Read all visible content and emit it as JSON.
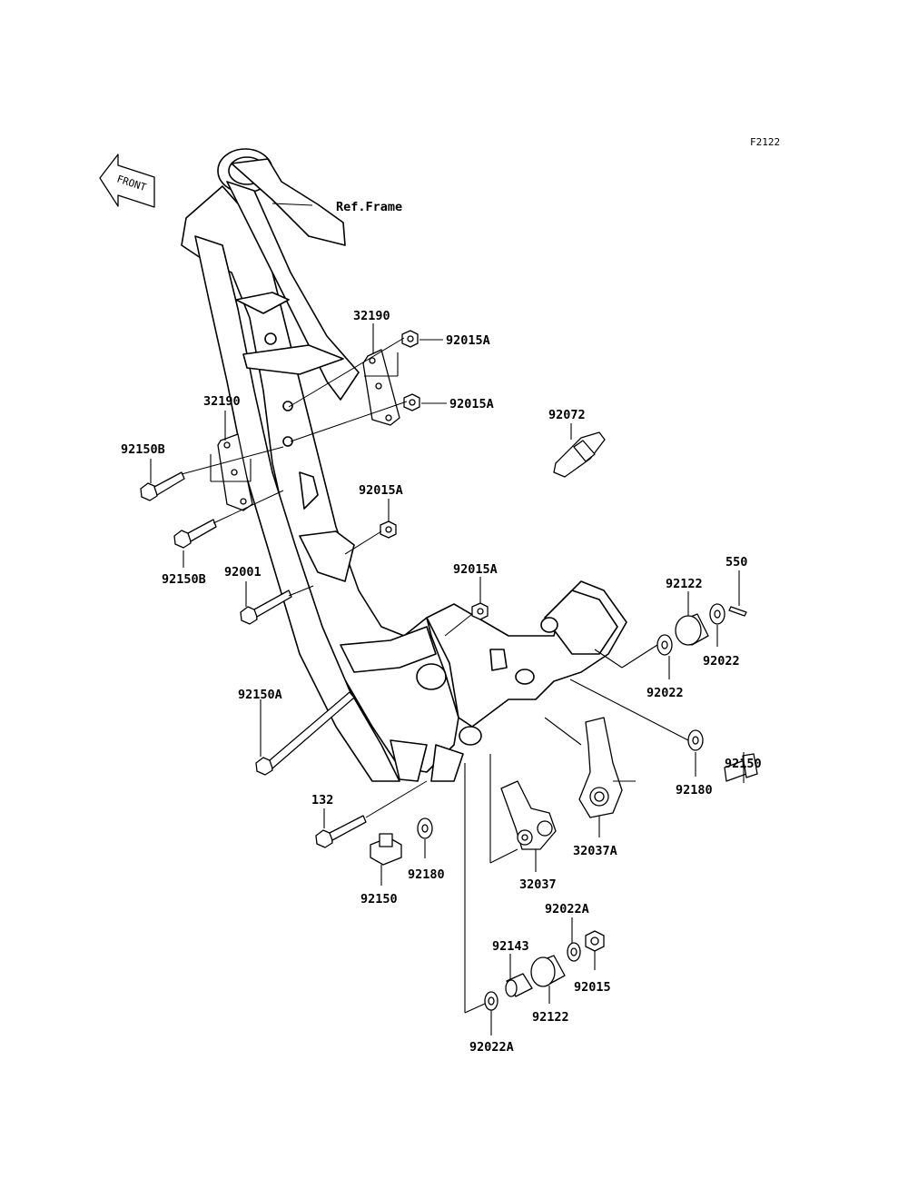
{
  "figure_code": "F2122",
  "front_arrow_label": "FRONT",
  "ref_frame_label": "Ref.Frame",
  "part_labels": {
    "p32190_top": "32190",
    "p32190_left": "32190",
    "p92015A_1": "92015A",
    "p92015A_2": "92015A",
    "p92015A_3": "92015A",
    "p92015A_4": "92015A",
    "p92150B_1": "92150B",
    "p92150B_2": "92150B",
    "p92001": "92001",
    "p92072": "92072",
    "p550": "550",
    "p92122_right": "92122",
    "p92022_right1": "92022",
    "p92022_right2": "92022",
    "p92150A": "92150A",
    "p92150_right": "92150",
    "p92180_right": "92180",
    "p132": "132",
    "p92150_bottom": "92150",
    "p92180_bottom": "92180",
    "p32037": "32037",
    "p32037A": "32037A",
    "p92022A_top": "92022A",
    "p92143": "92143",
    "p92015": "92015",
    "p92122_bottom": "92122",
    "p92022A_bottom": "92022A"
  }
}
